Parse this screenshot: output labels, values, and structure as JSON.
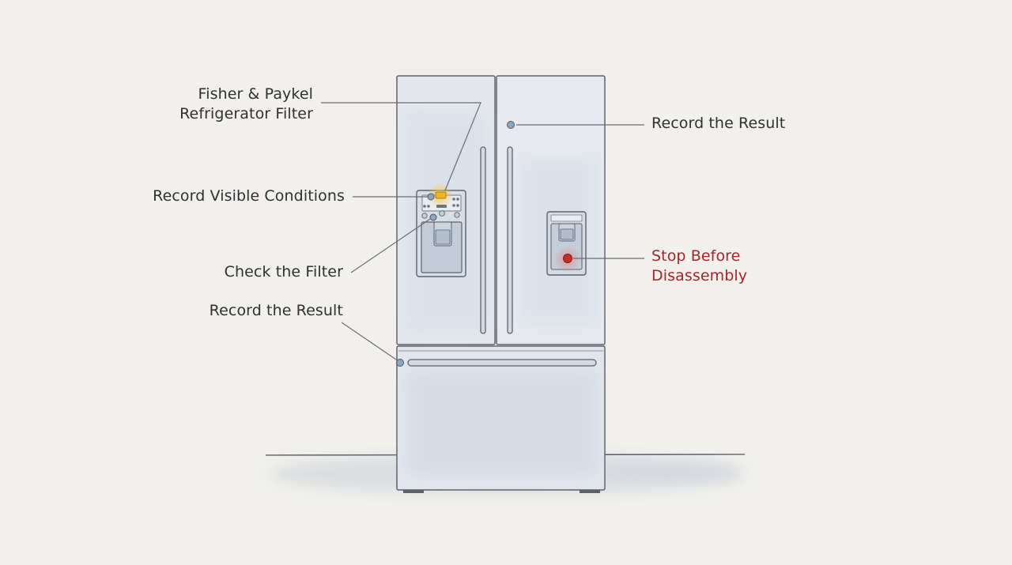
{
  "title": "",
  "colors": {
    "background": "#f1f0ec",
    "text": "#2f3033",
    "outline": "#5d636b",
    "leader": "#6a6e74",
    "marker": "#8fa3bb",
    "warning": "#a3262a",
    "filter_highlight": "#f0b429"
  },
  "appliance": "french-door refrigerator with in-door water and ice dispenser",
  "labels": {
    "filter": [
      "Fisher & Paykel",
      "Refrigerator Filter"
    ],
    "visible_conditions": "Record Visible Conditions",
    "check_filter": "Check the Filter",
    "result_left": "Record the Result",
    "result_right": "Record the Result",
    "stop": [
      "Stop Before",
      "Disassembly"
    ]
  }
}
